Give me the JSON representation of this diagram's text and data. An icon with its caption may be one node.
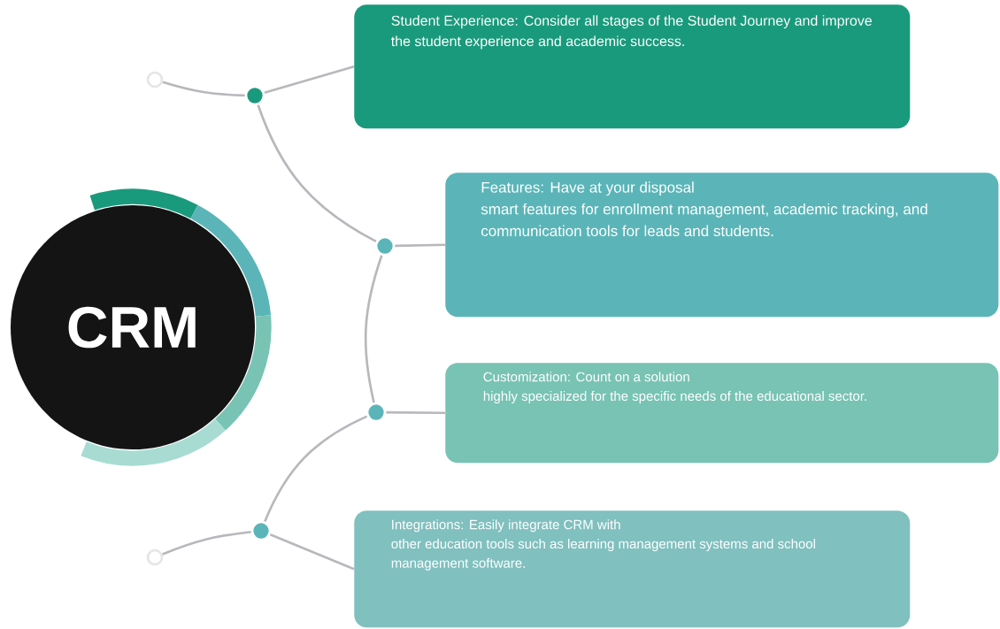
{
  "diagram": {
    "nodes": [
      {
        "text": [
          "CRM"
        ]
      },
      {
        "text": [
          "Student Experience: Consider all stages of the Student Journey and improve the student experience and academic success."
        ]
      },
      {
        "text": [
          "Features: Have at your disposal",
          "smart features for enrollment management, academic tracking, and communication tools for leads and students."
        ]
      },
      {
        "text": [
          "Customization: Count on a solution",
          "highly specialized for the specific needs of the educational sector."
        ]
      },
      {
        "text": [
          "Integrations: Easily integrate CRM with",
          "other education tools such as learning management systems and school management software."
        ]
      },
      {
        "text": [],
        "shape": "circle"
      },
      {
        "text": [],
        "shape": "circle"
      },
      {
        "text": [],
        "shape": "circle"
      },
      {
        "text": [],
        "shape": "circle"
      },
      {
        "text": [],
        "shape": "circle"
      },
      {
        "text": [],
        "shape": "circle"
      }
    ],
    "edges": [
      {
        "from": 5,
        "to": 1,
        "arrow": "none"
      },
      {
        "from": 6,
        "to": 2,
        "arrow": "none"
      },
      {
        "from": 7,
        "to": 3,
        "arrow": "none"
      },
      {
        "from": 8,
        "to": 4,
        "arrow": "none"
      },
      {
        "from": 9,
        "to": 5,
        "arrow": "none"
      },
      {
        "from": 5,
        "to": 6,
        "arrow": "none"
      },
      {
        "from": 6,
        "to": 7,
        "arrow": "none"
      },
      {
        "from": 7,
        "to": 8,
        "arrow": "none"
      },
      {
        "from": 8,
        "to": 10,
        "arrow": "none"
      }
    ]
  }
}
